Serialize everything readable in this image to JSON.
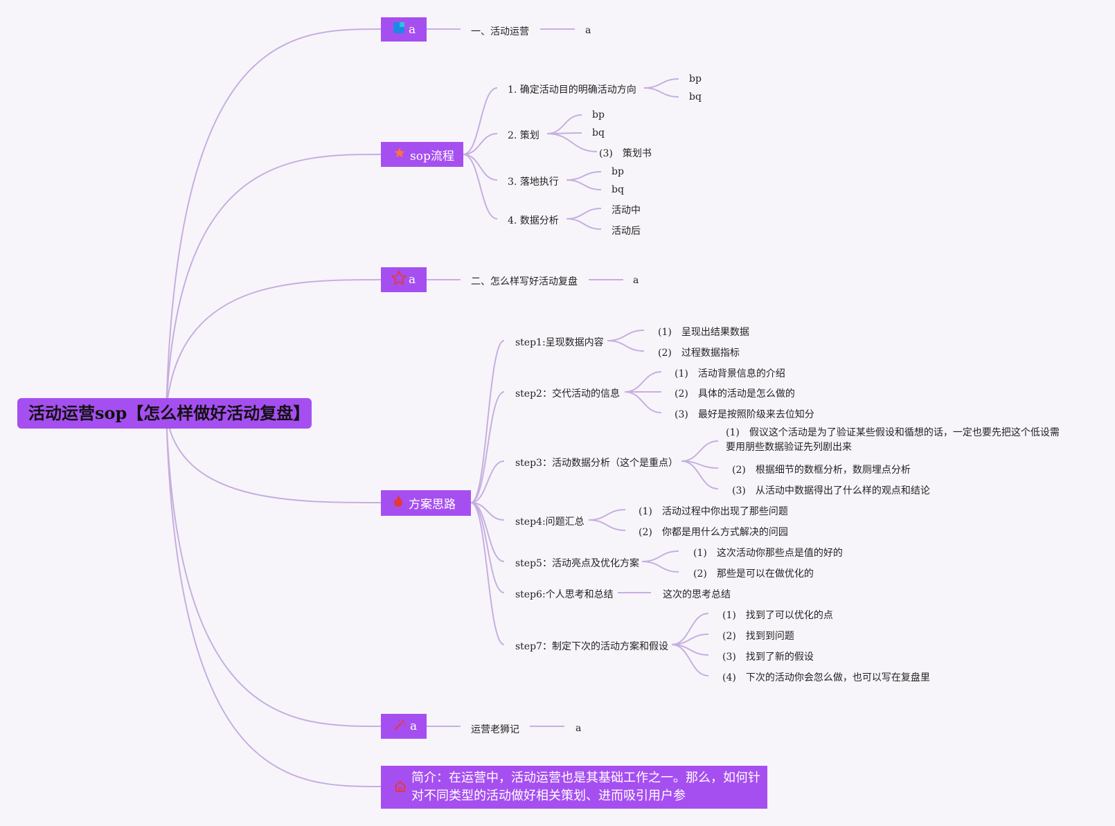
{
  "root": {
    "title": "活动运营sop【怎么样做好活动复盘】"
  },
  "branches": [
    {
      "label": "a",
      "icon": "blue-square-icon",
      "children": [
        {
          "label": "一、活动运营",
          "children": [
            {
              "label": "a"
            }
          ]
        }
      ]
    },
    {
      "label": "sop流程",
      "icon": "orange-star-icon",
      "children": [
        {
          "label": "1. 确定活动目的明确活动方向",
          "children": [
            {
              "label": "bp"
            },
            {
              "label": "bq"
            }
          ]
        },
        {
          "label": "2. 策划",
          "children": [
            {
              "label": "bp"
            },
            {
              "label": "bq"
            },
            {
              "label": "(3)　策划书"
            }
          ]
        },
        {
          "label": "3. 落地执行",
          "children": [
            {
              "label": "bp"
            },
            {
              "label": "bq"
            }
          ]
        },
        {
          "label": "4. 数据分析",
          "children": [
            {
              "label": "活动中"
            },
            {
              "label": "活动后"
            }
          ]
        }
      ]
    },
    {
      "label": "a",
      "icon": "red-outline-star-icon",
      "children": [
        {
          "label": "二、怎么样写好活动复盘",
          "children": [
            {
              "label": "a"
            }
          ]
        }
      ]
    },
    {
      "label": "方案思路",
      "icon": "fire-icon",
      "children": [
        {
          "label": "step1:呈现数据内容",
          "children": [
            {
              "label": "(1)　呈现出结果数据"
            },
            {
              "label": "(2)　过程数据指标"
            }
          ]
        },
        {
          "label": "step2：交代活动的信息",
          "children": [
            {
              "label": "(1)　活动背景信息的介绍"
            },
            {
              "label": "(2)　具体的活动是怎么做的"
            },
            {
              "label": "(3)　最好是按照阶级来去位知分"
            }
          ]
        },
        {
          "label": "step3：活动数据分析（这个是重点）",
          "children": [
            {
              "label": "(1)　假议这个活动是为了验证某些假设和循想的话，一定也要先把这个低设需要用朋些数据验证先列剧出来"
            },
            {
              "label": "(2)　根据细节的数框分析，数厕埋点分析"
            },
            {
              "label": "(3)　从活动中数据得出了什么样的观点和结论"
            }
          ]
        },
        {
          "label": "step4:问题汇总",
          "children": [
            {
              "label": "(1)　活动过程中你出现了那些问题"
            },
            {
              "label": "(2)　你都是用什么方式解决的问园"
            }
          ]
        },
        {
          "label": "step5：活动亮点及优化方案",
          "children": [
            {
              "label": "(1)　这次活动你那些点是值的好的"
            },
            {
              "label": "(2)　那些是可以在做优化的"
            }
          ]
        },
        {
          "label": "step6:个人思考和总结",
          "children": [
            {
              "label": "这次的思考总结"
            }
          ]
        },
        {
          "label": "step7：制定下次的活动方案和假设",
          "children": [
            {
              "label": "(1)　找到了可以优化的点"
            },
            {
              "label": "(2)　找到到问题"
            },
            {
              "label": "(3)　找到了新的假设"
            },
            {
              "label": "(4)　下次的活动你会忽么做，也可以写在复盘里"
            }
          ]
        }
      ]
    },
    {
      "label": "a",
      "icon": "magic-wand-icon",
      "children": [
        {
          "label": "运营老狮记",
          "children": [
            {
              "label": "a"
            }
          ]
        }
      ]
    },
    {
      "label": "简介：在运营中，活动运营也是其基础工作之一。那么，如何针对不同类型的活动做好相关策划、进而吸引用户参",
      "icon": "house-icon",
      "children": []
    }
  ],
  "colors": {
    "node": "#a64ff0",
    "edge": "#c6aee0",
    "background": "#f8f5fa"
  }
}
